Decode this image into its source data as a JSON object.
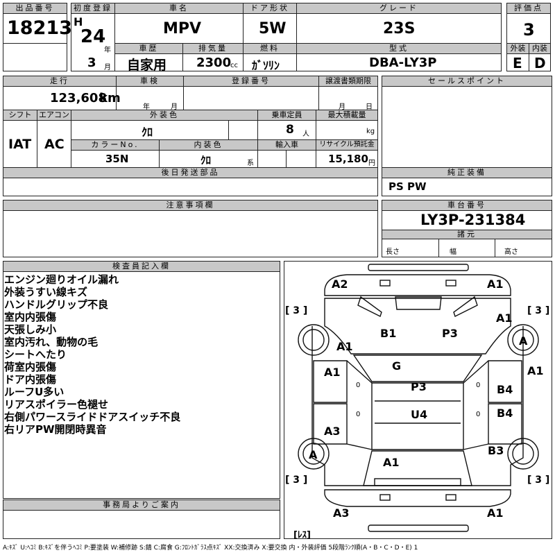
{
  "header_labels": {
    "lot_no": "出品番号",
    "first_reg": "初度登録",
    "car_name": "車名",
    "door": "ドア形状",
    "grade": "グレード",
    "score": "評価点",
    "history": "車歴",
    "displacement": "排気量",
    "fuel": "燃料",
    "model": "型式",
    "exterior": "外装",
    "interior": "内装"
  },
  "header": {
    "lot_no": "18213",
    "era": "H",
    "year": "24",
    "year_unit": "年",
    "month": "3",
    "month_unit": "月",
    "car_name": "MPV",
    "door": "5W",
    "grade": "23S",
    "score": "3",
    "history": "自家用",
    "displacement": "2300",
    "displacement_unit": "cc",
    "fuel": "ｶﾞｿﾘﾝ",
    "model": "DBA-LY3P",
    "exterior": "E",
    "interior": "D"
  },
  "row2_labels": {
    "mileage": "走行",
    "inspection": "車検",
    "reg_no": "登録番号",
    "transfer_deadline": "譲渡書類期限",
    "sales_point": "セールスポイント",
    "shift": "シフト",
    "aircon": "エアコン",
    "ext_color": "外装色",
    "capacity": "乗車定員",
    "max_load": "最大積載量",
    "color_no": "カラーNo.",
    "int_color": "内装色",
    "import": "輸入車",
    "recycle": "リサイクル預託金",
    "later_parts": "後日発送部品",
    "genuine_equipment": "純正装備",
    "notes": "注意事項欄",
    "chassis": "車台番号",
    "specs": "諸元",
    "inspector": "検査員記入欄",
    "office": "事務局よりご案内"
  },
  "row2": {
    "mileage": "123,608",
    "mileage_unit": "km",
    "inspection_year_unit": "年",
    "inspection_month_unit": "月",
    "transfer_month_unit": "月",
    "transfer_day_unit": "日",
    "shift": "IAT",
    "aircon": "AC",
    "ext_color": "ｸﾛ",
    "capacity": "8",
    "capacity_unit": "人",
    "max_load_unit": "kg",
    "color_no": "35N",
    "int_color": "ｸﾛ",
    "int_color_unit": "系",
    "recycle": "15,180",
    "recycle_unit": "円",
    "genuine_equipment": "PS PW",
    "chassis": "LY3P-231384",
    "length": "長さ",
    "width": "幅",
    "height": "高さ"
  },
  "inspector_comments": [
    "エンジン廻りオイル漏れ",
    "外装うすい線キズ",
    "ハンドルグリップ不良",
    "室内内張傷",
    "天張しみ小",
    "室内汚れ、動物の毛",
    "シートへたり",
    "荷室内張傷",
    "ドア内張傷",
    "ルーフU多い",
    "リアスポイラー色褪せ",
    "右側パワースライドドアスイッチ不良",
    "右リアPW開閉時異音"
  ],
  "diagram": {
    "tire_left_front": "[ 3 ]",
    "tire_right_front": "[ 3 ]",
    "tire_left_rear": "[ 3 ]",
    "tire_right_rear": "[ 3 ]",
    "spare": "[ﾚｽ]",
    "wheel_right_front": "A",
    "wheel_left_rear": "A",
    "codes": {
      "front_left": "A2",
      "front_right": "A1",
      "hood_left": "B1",
      "hood_right": "P3",
      "fender_right": "A1",
      "fender_left": "A1",
      "windshield": "G",
      "door_left_front": "A1",
      "pillar_right": "A1",
      "roof": "P3",
      "door_right_front": "B4",
      "roof_rear": "U4",
      "door_right_rear": "B4",
      "door_left_rear": "A3",
      "quarter_right": "B3",
      "back_door": "A1",
      "rear_left": "A3",
      "rear_right": "A1"
    },
    "zero_marks": [
      "0",
      "0",
      "0",
      "0"
    ]
  },
  "legend": "A:ｷｽﾞ U:ﾍｺﾐ B:ｷｽﾞを伴うﾍｺﾐ P:要塗装 W:補修跡 S:錆 C:腐食 G:ﾌﾛﾝﾄｶﾞﾗｽ点ｷｽﾞ XX:交換済み X:要交換 内・外装評価 5段階ﾗﾝｸ順(A・B・C・D・E) 1"
}
